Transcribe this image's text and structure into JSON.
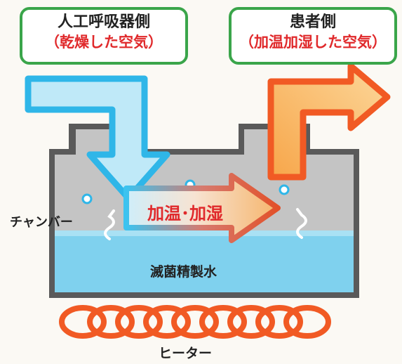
{
  "ventilator_side": {
    "title": "人工呼吸器側",
    "subtitle": "（乾燥した空気）"
  },
  "patient_side": {
    "title": "患者側",
    "subtitle": "（加温加湿した空気）"
  },
  "chamber_label": "チャンバー",
  "heat_humidify_label": "加温･加湿",
  "water_label": "滅菌精製水",
  "heater_label": "ヒーター",
  "colors": {
    "frame_green": "#3aa54a",
    "accent_red": "#e0292b",
    "dry_air_blue": "#2fb6e8",
    "humid_air_orange": "#f15a24",
    "water_blue": "#7fd1ee"
  }
}
